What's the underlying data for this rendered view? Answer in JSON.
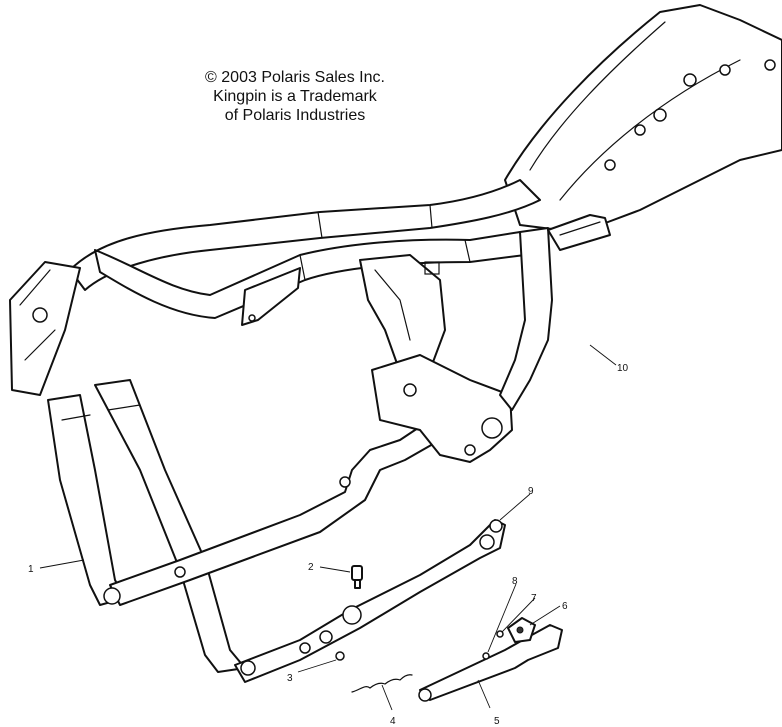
{
  "notice": {
    "line1": "© 2003 Polaris Sales Inc.",
    "line2": "Kingpin is a Trademark",
    "line3": "of Polaris Industries"
  },
  "callouts": [
    "1",
    "2",
    "3",
    "4",
    "5",
    "6",
    "7",
    "8",
    "9",
    "10"
  ]
}
